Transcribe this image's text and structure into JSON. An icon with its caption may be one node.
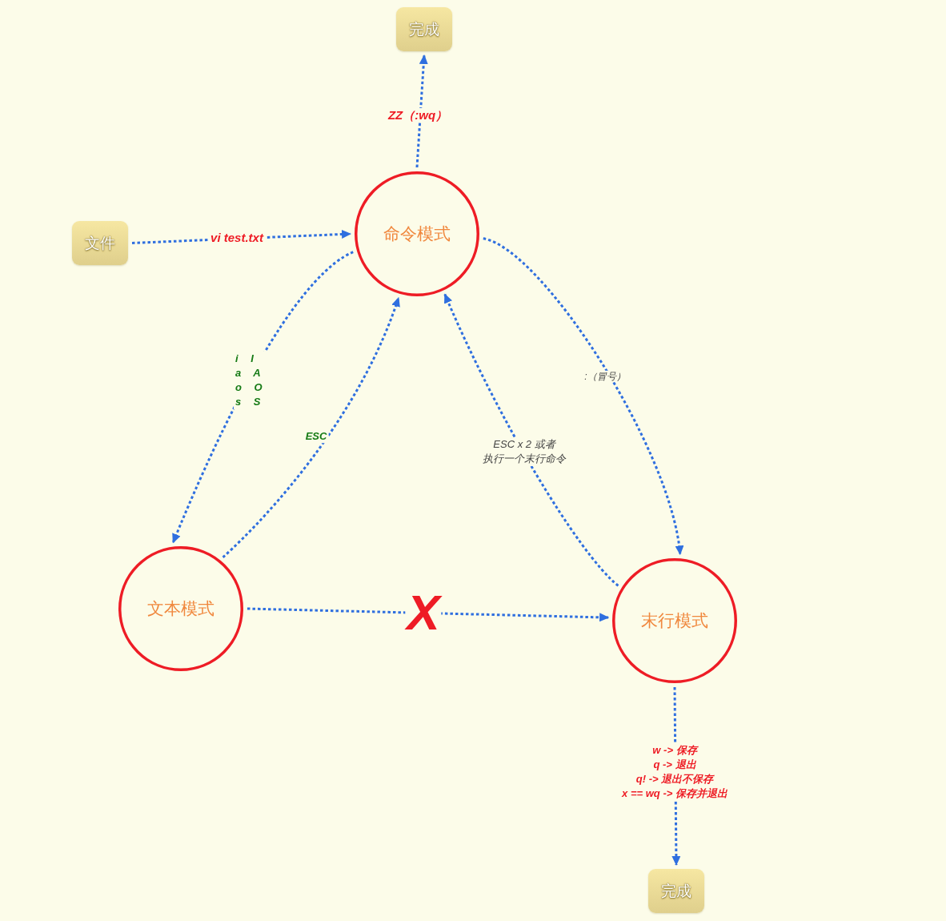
{
  "diagram": {
    "nodes": [
      {
        "text": [
          "完成"
        ]
      },
      {
        "text": [
          "文件"
        ]
      },
      {
        "text": [
          "命令模式"
        ]
      },
      {
        "text": [
          "文本模式"
        ]
      },
      {
        "text": [
          "末行模式"
        ]
      },
      {
        "text": [
          "完成"
        ]
      }
    ],
    "edges": [
      {
        "from": 1,
        "to": 2,
        "arrow": "to",
        "label": "vi test.txt"
      },
      {
        "from": 2,
        "to": 0,
        "arrow": "to",
        "label": "ZZ（:wq）"
      },
      {
        "from": 2,
        "to": 3,
        "arrow": "to",
        "label": "i I a A o O s S"
      },
      {
        "from": 3,
        "to": 2,
        "arrow": "to",
        "label": "ESC"
      },
      {
        "from": 2,
        "to": 4,
        "arrow": "to",
        "label": ":（冒号）"
      },
      {
        "from": 4,
        "to": 2,
        "arrow": "to",
        "label": "ESC x 2 或者执行一个末行命令"
      },
      {
        "from": 3,
        "to": 4,
        "arrow": "to",
        "label": "X"
      },
      {
        "from": 4,
        "to": 5,
        "arrow": "to",
        "label": "w -> 保存 q -> 退出 q! -> 退出不保存 x == wq -> 保存并退出"
      }
    ]
  }
}
